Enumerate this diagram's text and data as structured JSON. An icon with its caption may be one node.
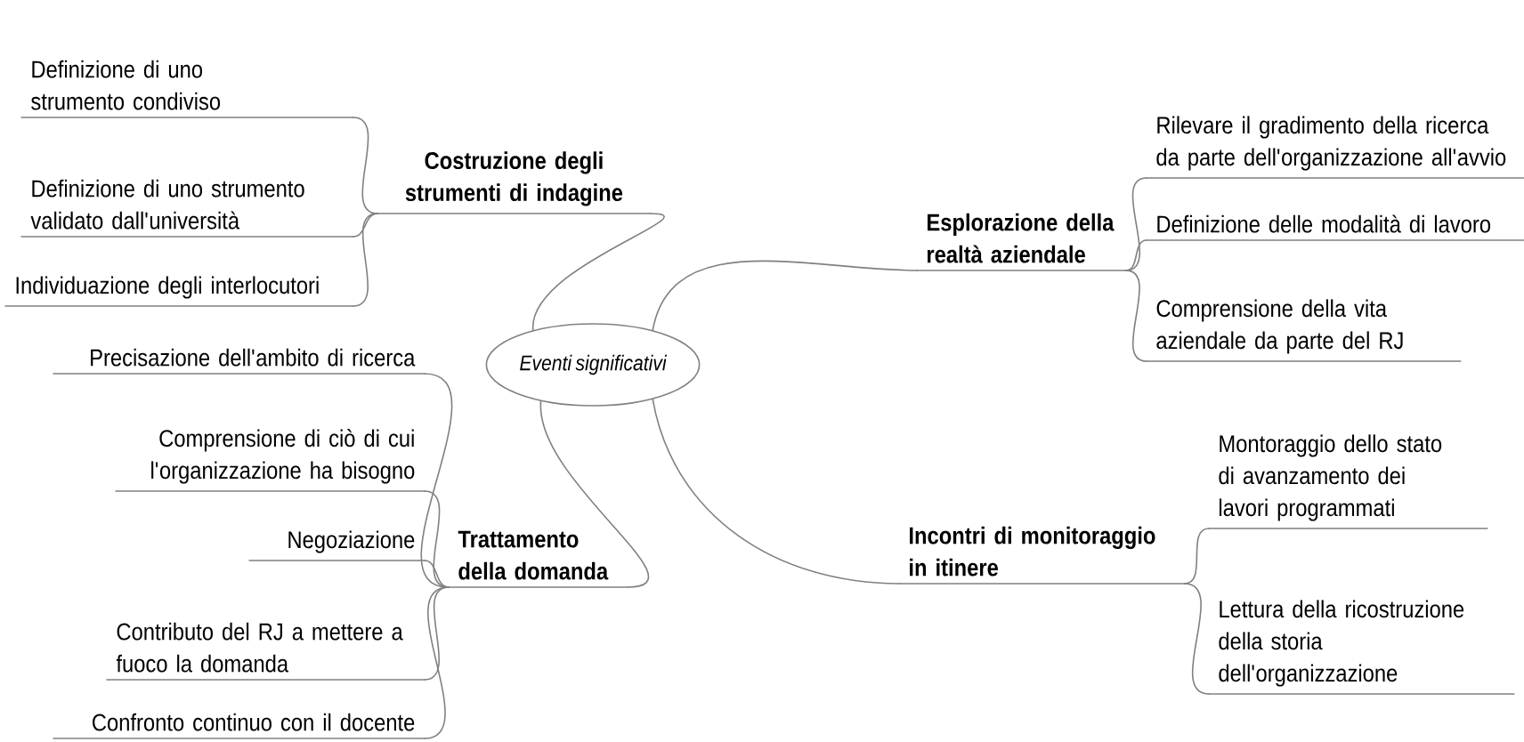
{
  "diagram": {
    "nodes": [
      {
        "text": [
          "Eventi significativi"
        ]
      },
      {
        "text": [
          "Costruzione degli strumenti di indagine"
        ]
      },
      {
        "text": [
          "Definizione di uno strumento condiviso"
        ]
      },
      {
        "text": [
          "Definizione di uno strumento validato dall'università"
        ]
      },
      {
        "text": [
          "Individuazione degli interlocutori"
        ]
      },
      {
        "text": [
          "Trattamento della domanda"
        ]
      },
      {
        "text": [
          "Precisazione dell'ambito di ricerca"
        ]
      },
      {
        "text": [
          "Comprensione di ciò di cui l'organizzazione ha bisogno"
        ]
      },
      {
        "text": [
          "Negoziazione"
        ]
      },
      {
        "text": [
          "Contributo del RJ a mettere a fuoco la domanda"
        ]
      },
      {
        "text": [
          "Confronto continuo con il docente"
        ]
      },
      {
        "text": [
          "Esplorazione della realtà aziendale"
        ]
      },
      {
        "text": [
          "Rilevare il gradimento della ricerca da parte dell'organizzazione all'avvio"
        ]
      },
      {
        "text": [
          "Definizione delle modalità di lavoro"
        ]
      },
      {
        "text": [
          "Comprensione della vita aziendale da parte del RJ"
        ]
      },
      {
        "text": [
          "Incontri di monitoraggio in itinere"
        ]
      },
      {
        "text": [
          "Montoraggio dello stato di avanzamento dei lavori programmati"
        ]
      },
      {
        "text": [
          "Lettura della ricostruzione della storia dell'organizzazione"
        ]
      }
    ],
    "edges": [
      {
        "from": 0,
        "to": 1,
        "arrow": "none"
      },
      {
        "from": 1,
        "to": 2,
        "arrow": "none"
      },
      {
        "from": 1,
        "to": 3,
        "arrow": "none"
      },
      {
        "from": 1,
        "to": 4,
        "arrow": "none"
      },
      {
        "from": 0,
        "to": 5,
        "arrow": "none"
      },
      {
        "from": 5,
        "to": 6,
        "arrow": "none"
      },
      {
        "from": 5,
        "to": 7,
        "arrow": "none"
      },
      {
        "from": 5,
        "to": 8,
        "arrow": "none"
      },
      {
        "from": 5,
        "to": 9,
        "arrow": "none"
      },
      {
        "from": 5,
        "to": 10,
        "arrow": "none"
      },
      {
        "from": 0,
        "to": 11,
        "arrow": "none"
      },
      {
        "from": 11,
        "to": 12,
        "arrow": "none"
      },
      {
        "from": 11,
        "to": 13,
        "arrow": "none"
      },
      {
        "from": 11,
        "to": 14,
        "arrow": "none"
      },
      {
        "from": 0,
        "to": 15,
        "arrow": "none"
      },
      {
        "from": 15,
        "to": 16,
        "arrow": "none"
      },
      {
        "from": 15,
        "to": 17,
        "arrow": "none"
      }
    ]
  }
}
